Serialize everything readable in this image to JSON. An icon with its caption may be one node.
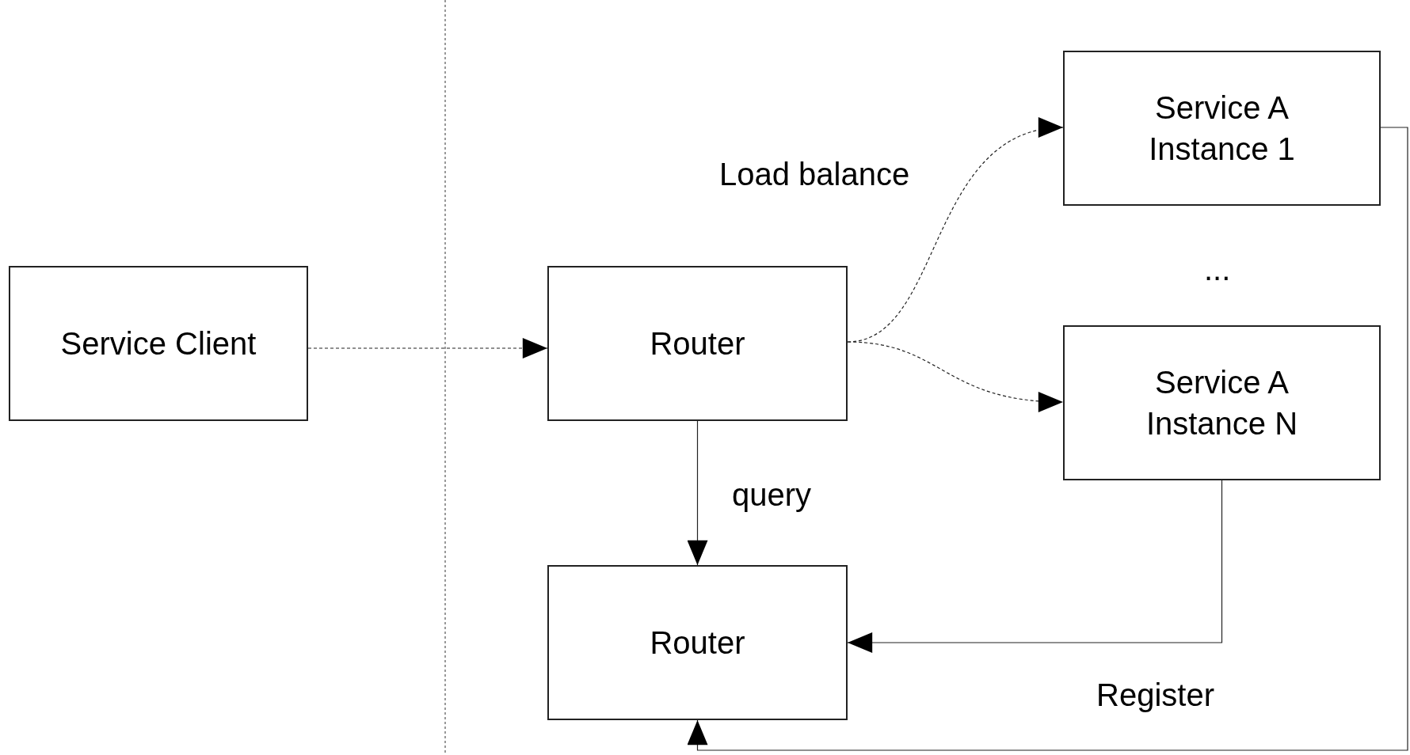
{
  "diagram": {
    "nodes": [
      {
        "text": [
          "Service Client"
        ]
      },
      {
        "text": [
          "Router"
        ]
      },
      {
        "text": [
          "Service A Instance 1"
        ]
      },
      {
        "text": [
          "Service A Instance N"
        ]
      },
      {
        "text": [
          "Router"
        ]
      }
    ],
    "edges": [
      {
        "from": 0,
        "to": 1,
        "arrow": "to",
        "style": "dashed"
      },
      {
        "from": 1,
        "to": 2,
        "arrow": "to",
        "style": "dashed"
      },
      {
        "from": 1,
        "to": 3,
        "arrow": "to",
        "style": "dashed"
      },
      {
        "from": 1,
        "to": 4,
        "arrow": "to",
        "label": "query"
      },
      {
        "from": 3,
        "to": 4,
        "arrow": "to"
      },
      {
        "from": 2,
        "to": 4,
        "arrow": "to"
      }
    ],
    "labels": [
      "Load balance",
      "...",
      "Register"
    ]
  }
}
